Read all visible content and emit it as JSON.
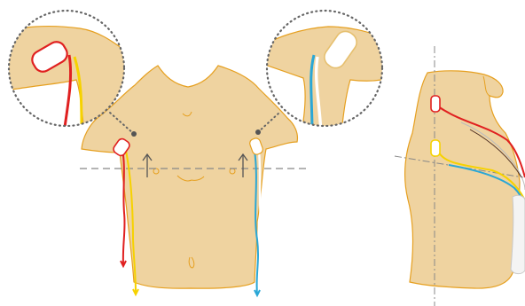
{
  "colors": {
    "skin": "#efd3a0",
    "skin_outline": "#e6a020",
    "red_lead": "#e02020",
    "yellow_lead": "#f6d200",
    "blue_lead": "#2aa7d6",
    "dark_lead": "#4a2a20",
    "electrode_white": "#ffffff",
    "guide_line": "#888888",
    "dot": "#666666",
    "loupe_fill": "#ffffff"
  },
  "diagram": {
    "views": [
      "front-view",
      "side-view"
    ],
    "detail_loupes": [
      "left-detail",
      "right-detail"
    ],
    "electrode_count_front": 2,
    "electrode_count_side": 2
  }
}
